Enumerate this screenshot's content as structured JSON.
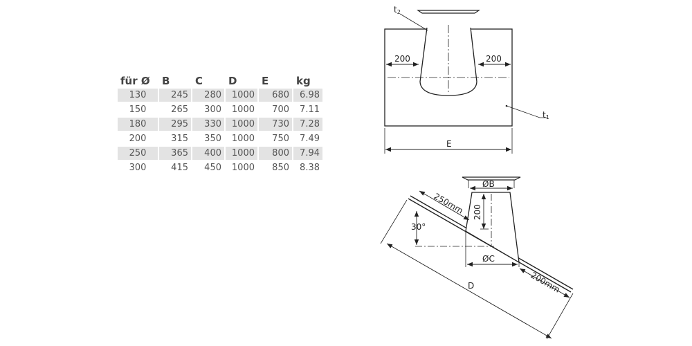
{
  "table": {
    "headers": [
      "für Ø",
      "B",
      "C",
      "D",
      "E",
      "kg"
    ],
    "rows": [
      [
        "130",
        "245",
        "280",
        "1000",
        "680",
        "6.98"
      ],
      [
        "150",
        "265",
        "300",
        "1000",
        "700",
        "7.11"
      ],
      [
        "180",
        "295",
        "330",
        "1000",
        "730",
        "7.28"
      ],
      [
        "200",
        "315",
        "350",
        "1000",
        "750",
        "7.49"
      ],
      [
        "250",
        "365",
        "400",
        "1000",
        "800",
        "7.94"
      ],
      [
        "300",
        "415",
        "450",
        "1000",
        "850",
        "8.38"
      ]
    ]
  },
  "drawing": {
    "top_view": {
      "label_t2": "t",
      "label_t2_sub": "2",
      "label_t1": "t",
      "label_t1_sub": "1",
      "dim_left": "200",
      "dim_right": "200",
      "dim_width": "E"
    },
    "side_view": {
      "dim_b": "ØB",
      "dim_height": "200",
      "dim_c": "ØC",
      "dim_slope_top": "250mm",
      "dim_slope_bottom": "200mm",
      "angle": "30°",
      "dim_length": "D"
    }
  }
}
